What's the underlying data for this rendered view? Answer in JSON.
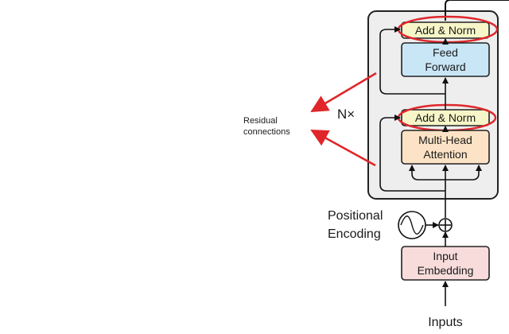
{
  "stack_label": "N×",
  "residual_label": [
    "Residual",
    "connections"
  ],
  "feed_forward": {
    "add_norm": "Add & Norm",
    "lines": [
      "Feed",
      "Forward"
    ]
  },
  "attention": {
    "add_norm": "Add & Norm",
    "lines": [
      "Multi-Head",
      "Attention"
    ]
  },
  "positional_encoding": [
    "Positional",
    "Encoding"
  ],
  "input_embedding": [
    "Input",
    "Embedding"
  ],
  "inputs_label": "Inputs",
  "colors": {
    "stack_background": "#eeeeee",
    "add_norm": "#f6f6c8",
    "feed_forward": "#c8e6f6",
    "attention": "#fce3c5",
    "embedding": "#f8dcdc",
    "highlight": "#e0262a"
  }
}
